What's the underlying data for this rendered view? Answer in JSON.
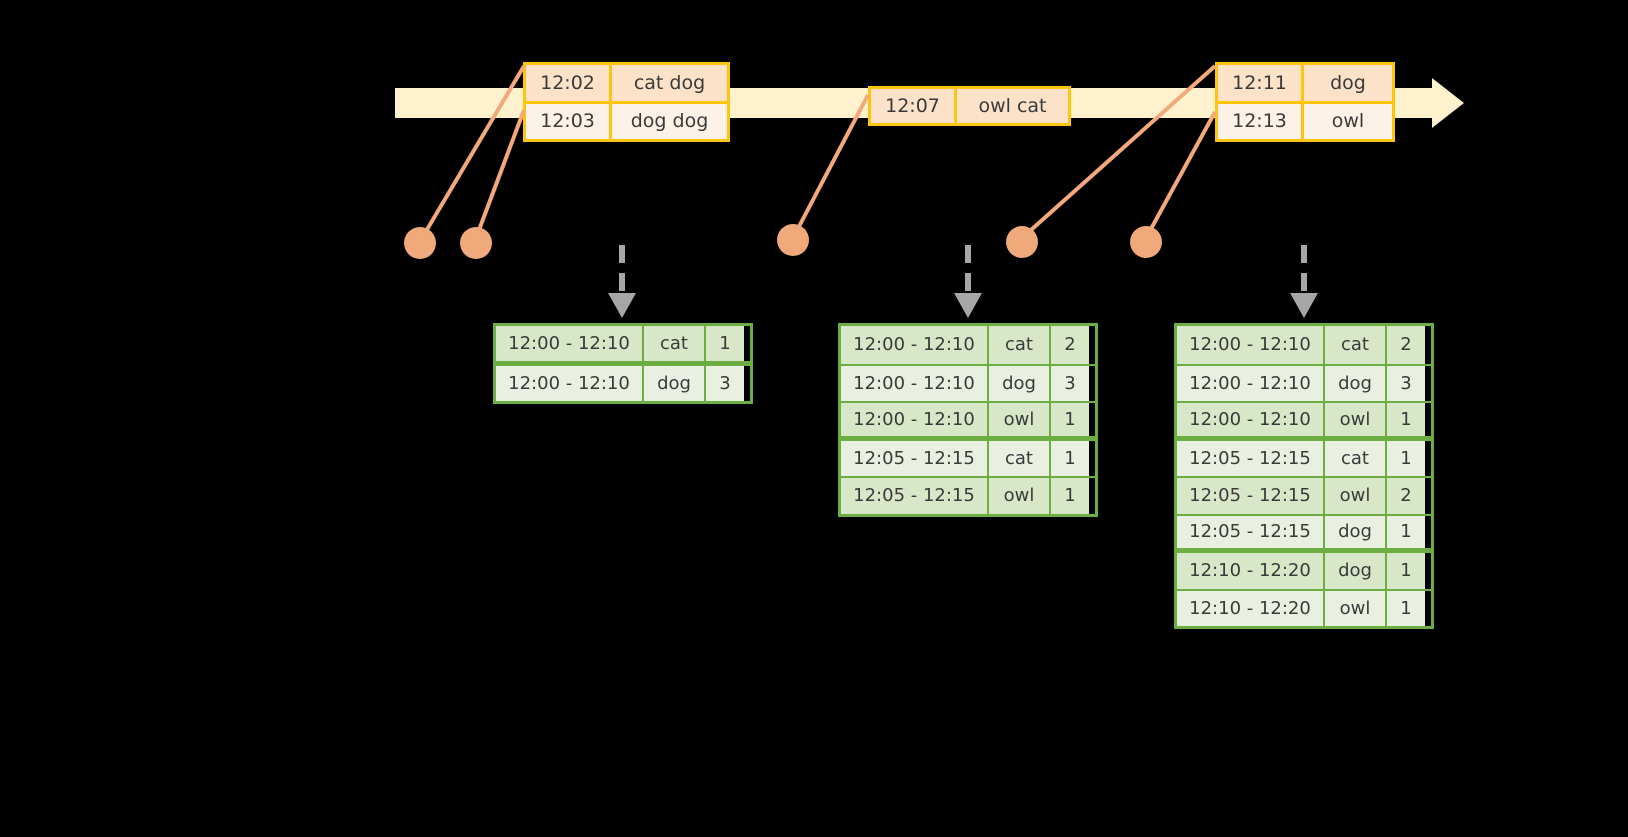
{
  "diagram": {
    "title": "sliding-window-word-count-timeline",
    "colors": {
      "background": "#000000",
      "timeline_fill": "#FDF1CE",
      "event_border": "#FFC40C",
      "event_fill_top": "#FBE2C8",
      "event_fill_bottom": "#FDF2E7",
      "connector": "#F4A97B",
      "dot": "#F0A97A",
      "table_border": "#6DAE43",
      "table_fill_a": "#D9E7C9",
      "table_fill_b": "#E9F0E2",
      "dashed_arrow": "#A6A6A6"
    }
  },
  "timeline": {
    "name": "event-timeline",
    "arrow_direction": "right",
    "events": [
      {
        "id": "event-group-1",
        "rows": [
          {
            "time": "12:02",
            "words": "cat dog"
          },
          {
            "time": "12:03",
            "words": "dog dog"
          }
        ]
      },
      {
        "id": "event-group-2",
        "rows": [
          {
            "time": "12:07",
            "words": "owl cat"
          }
        ]
      },
      {
        "id": "event-group-3",
        "rows": [
          {
            "time": "12:11",
            "words": "dog"
          },
          {
            "time": "12:13",
            "words": "owl"
          }
        ]
      }
    ]
  },
  "results": [
    {
      "id": "result-table-1",
      "rows": [
        {
          "window": "12:00 - 12:10",
          "word": "cat",
          "count": "1"
        },
        {
          "window": "12:00 - 12:10",
          "word": "dog",
          "count": "3"
        }
      ]
    },
    {
      "id": "result-table-2",
      "rows": [
        {
          "window": "12:00 - 12:10",
          "word": "cat",
          "count": "2"
        },
        {
          "window": "12:00 - 12:10",
          "word": "dog",
          "count": "3"
        },
        {
          "window": "12:00 - 12:10",
          "word": "owl",
          "count": "1"
        },
        {
          "window": "12:05 - 12:15",
          "word": "cat",
          "count": "1"
        },
        {
          "window": "12:05 - 12:15",
          "word": "owl",
          "count": "1"
        }
      ]
    },
    {
      "id": "result-table-3",
      "rows": [
        {
          "window": "12:00 - 12:10",
          "word": "cat",
          "count": "2"
        },
        {
          "window": "12:00 - 12:10",
          "word": "dog",
          "count": "3"
        },
        {
          "window": "12:00 - 12:10",
          "word": "owl",
          "count": "1"
        },
        {
          "window": "12:05 - 12:15",
          "word": "cat",
          "count": "1"
        },
        {
          "window": "12:05 - 12:15",
          "word": "owl",
          "count": "2"
        },
        {
          "window": "12:05 - 12:15",
          "word": "dog",
          "count": "1"
        },
        {
          "window": "12:10 - 12:20",
          "word": "dog",
          "count": "1"
        },
        {
          "window": "12:10 - 12:20",
          "word": "owl",
          "count": "1"
        }
      ]
    }
  ]
}
